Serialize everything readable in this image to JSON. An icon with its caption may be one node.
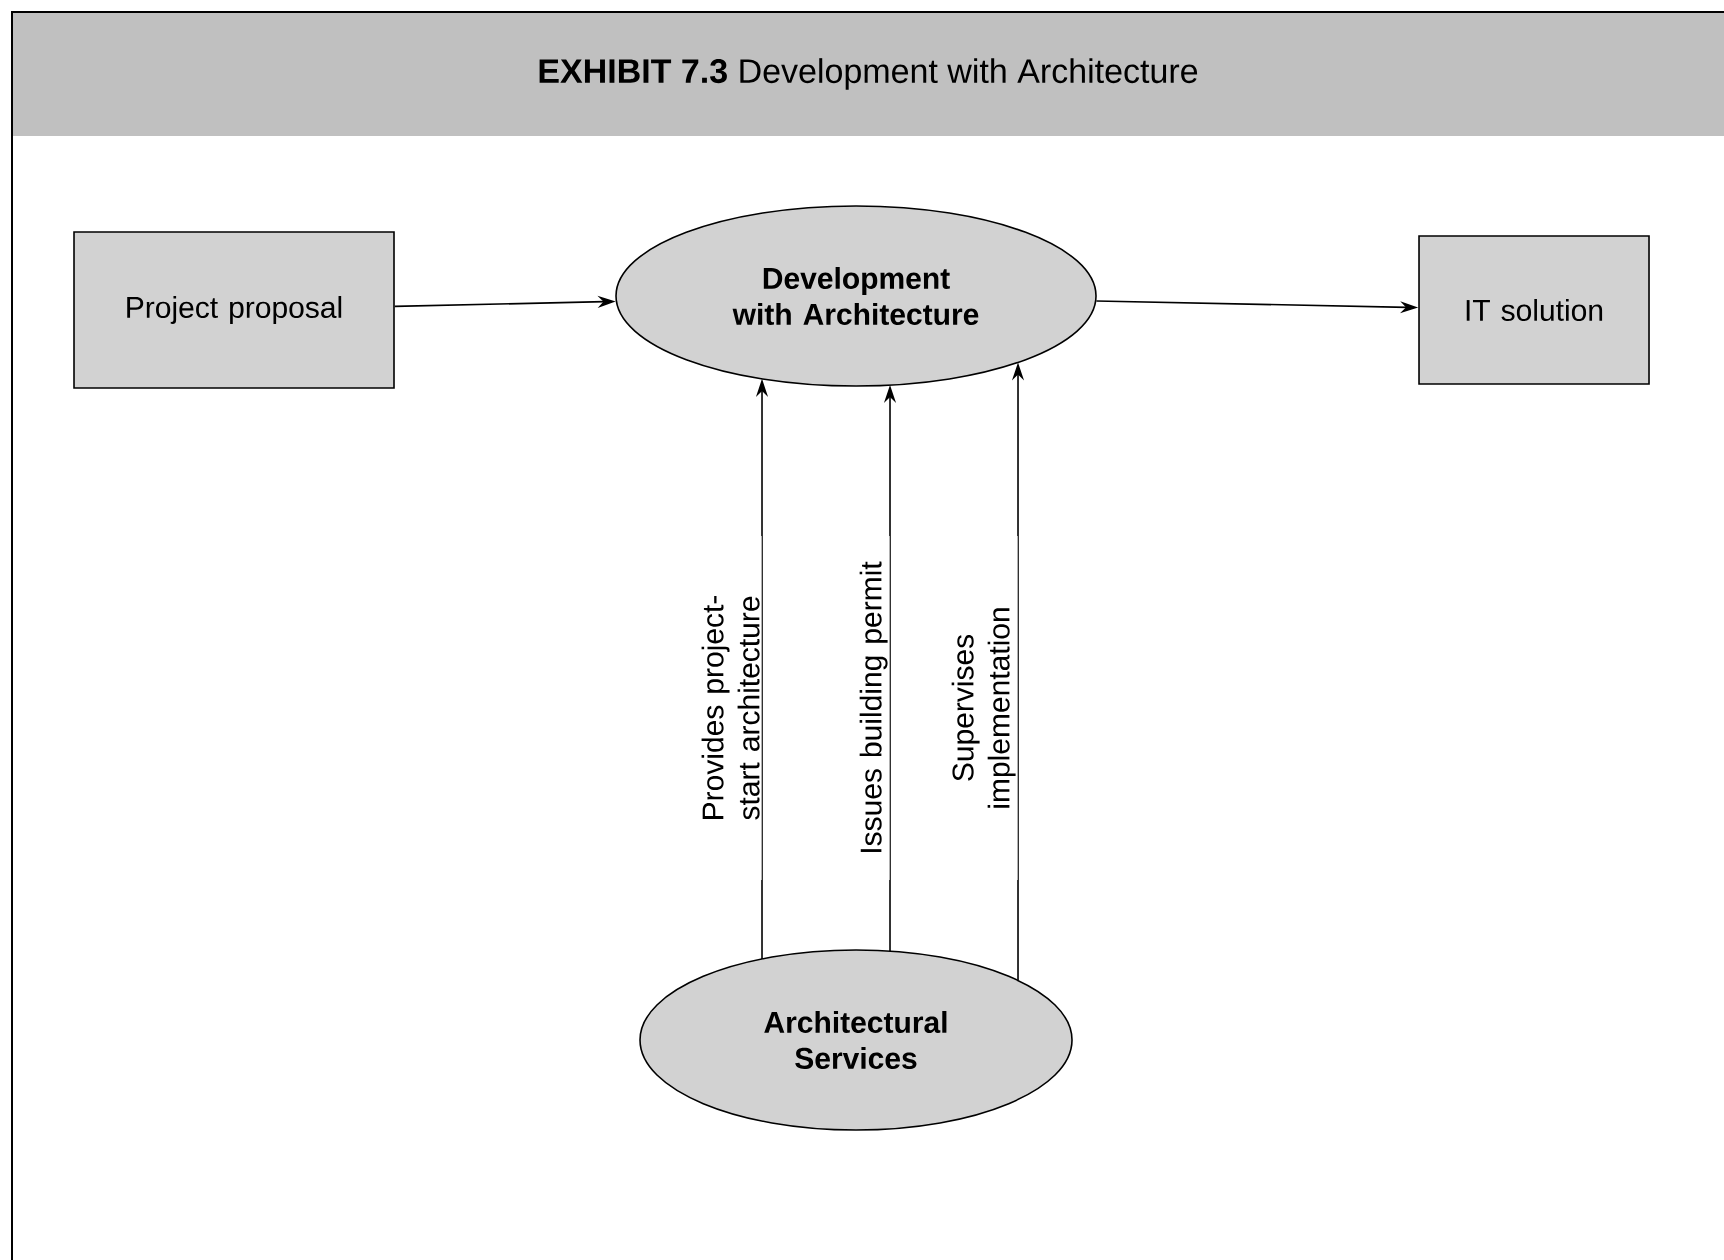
{
  "diagram": {
    "title": "**EXHIBIT 7.3** Development with Architecture",
    "nodes": [
      {
        "text": [
          "Project proposal"
        ]
      },
      {
        "text": [
          "Development with Architecture"
        ]
      },
      {
        "text": [
          "IT solution"
        ]
      },
      {
        "text": [
          "Architectural Services"
        ]
      }
    ],
    "edges": [
      {
        "from": 0,
        "to": 1,
        "arrow": "to"
      },
      {
        "from": 1,
        "to": 2,
        "arrow": "to"
      },
      {
        "from": 3,
        "to": 1,
        "arrow": "to",
        "label": "Provides project-start architecture"
      },
      {
        "from": 3,
        "to": 1,
        "arrow": "to",
        "label": "Issues building permit"
      },
      {
        "from": 3,
        "to": 1,
        "arrow": "to",
        "label": "Supervises implementation"
      }
    ]
  }
}
